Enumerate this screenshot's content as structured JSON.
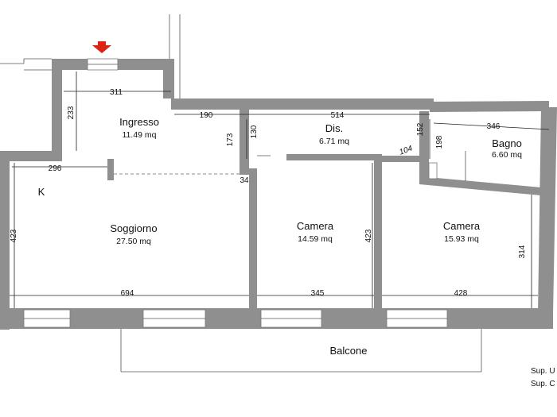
{
  "rooms": {
    "ingresso": {
      "name": "Ingresso",
      "area": "11.49 mq"
    },
    "dis": {
      "name": "Dis.",
      "area": "6.71 mq"
    },
    "bagno": {
      "name": "Bagno",
      "area": "6.60 mq"
    },
    "soggiorno": {
      "name": "Soggiorno",
      "area": "27.50 mq"
    },
    "camera1": {
      "name": "Camera",
      "area": "14.59 mq"
    },
    "camera2": {
      "name": "Camera",
      "area": "15.93 mq"
    },
    "balcone": {
      "name": "Balcone"
    },
    "kitchen_label": "K"
  },
  "dimensions": {
    "d311": "311",
    "d233": "233",
    "d190": "190",
    "d514": "514",
    "d346": "346",
    "d173": "173",
    "d130": "130",
    "d152": "152",
    "d198": "198",
    "d104": "104",
    "d296": "296",
    "d34": "34",
    "d423a": "423",
    "d423b": "423",
    "d314": "314",
    "d694": "694",
    "d345": "345",
    "d428": "428"
  },
  "legend": {
    "line1": "Sup. U",
    "line2": "Sup. C"
  },
  "colors": {
    "wall": "#8f8f8f",
    "entrance_arrow": "#e02010"
  },
  "icons": {
    "entrance": "down-arrow-icon"
  }
}
